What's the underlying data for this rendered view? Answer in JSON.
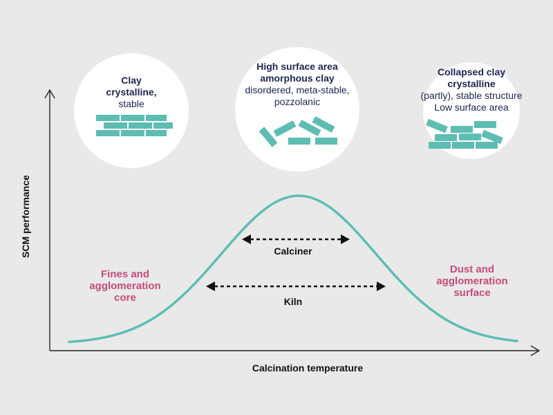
{
  "axes": {
    "x_label": "Calcination temperature",
    "y_label": "SCM performance"
  },
  "states": [
    {
      "bold_lines": [
        "Clay",
        "crystalline,"
      ],
      "normal_lines": [
        "stable"
      ]
    },
    {
      "bold_lines": [
        "High surface area",
        "amorphous clay"
      ],
      "normal_lines": [
        "disordered, meta-stable,",
        "pozzolanic"
      ]
    },
    {
      "bold_lines": [
        "Collapsed clay",
        "crystalline"
      ],
      "normal_lines": [
        "(partly), stable structure",
        "Low surface area"
      ]
    }
  ],
  "regions": {
    "left": [
      "Fines and",
      "agglomeration",
      "core"
    ],
    "right": [
      "Dust and",
      "agglomeration",
      "surface"
    ]
  },
  "ranges": {
    "calciner": "Calciner",
    "kiln": "Kiln"
  },
  "colors": {
    "curve": "#5dbdb3",
    "brick": "#5dbdb3",
    "title_text": "#1b2650",
    "region_text": "#c64a7a",
    "background": "#e9e9ea"
  }
}
